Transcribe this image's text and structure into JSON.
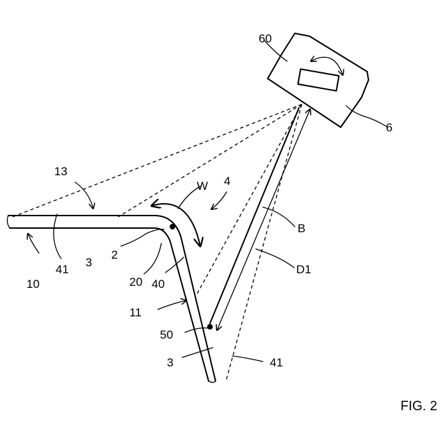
{
  "figure_label": "FIG. 2",
  "labels": {
    "l60": "60",
    "l6": "6",
    "l13": "13",
    "lW": "W",
    "l4": "4",
    "lB": "B",
    "l41a": "41",
    "l3a": "3",
    "l2": "2",
    "l10": "10",
    "l20": "20",
    "l40": "40",
    "lD1": "D1",
    "l11": "11",
    "l50": "50",
    "l3b": "3",
    "l41b": "41"
  }
}
